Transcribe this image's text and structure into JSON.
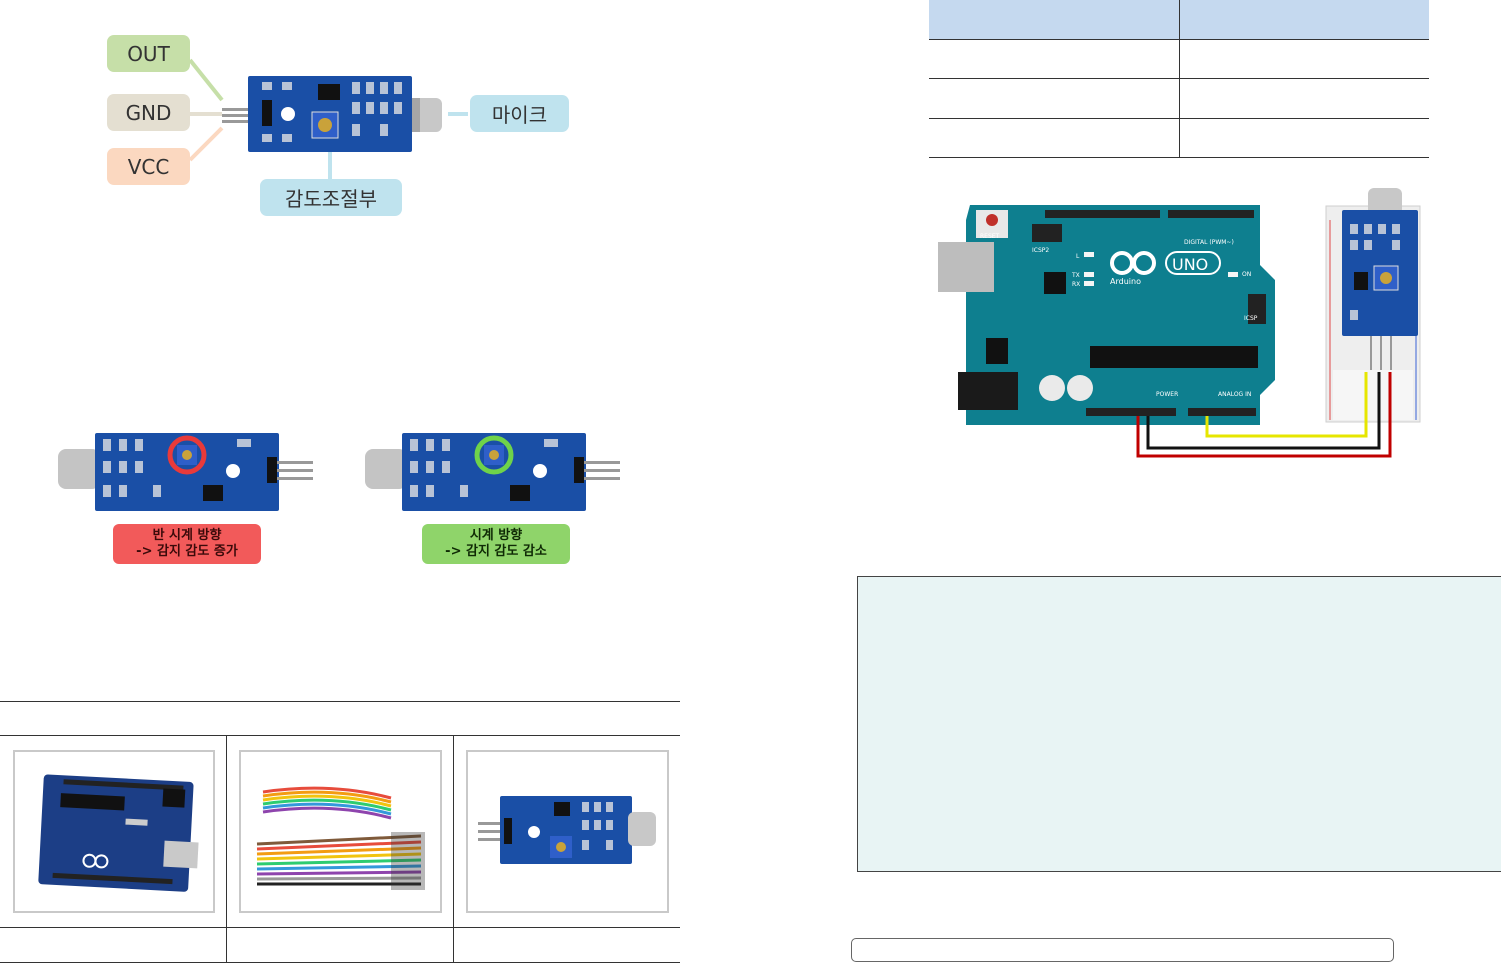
{
  "module_diagram": {
    "labels": {
      "out": "OUT",
      "gnd": "GND",
      "vcc": "VCC",
      "mic": "마이크",
      "sensitivity": "감도조절부"
    },
    "colors": {
      "out": "#c6dfa8",
      "gnd": "#e4dfd1",
      "vcc": "#fbd8c0",
      "mic": "#bfe3ee"
    }
  },
  "adjustment": {
    "ccw_line1": "반 시계 방향",
    "ccw_line2": "-> 감지 감도 증가",
    "cw_line1": "시계 방향",
    "cw_line2": "-> 감지 감도 감소"
  },
  "board": {
    "reset_label": "RESET",
    "brand": "UNO",
    "maker": "Arduino",
    "icsp2": "ICSP2",
    "icsp": "ICSP",
    "digital": "DIGITAL (PWM~)",
    "power": "POWER",
    "analog": "ANALOG IN",
    "on": "ON",
    "tx": "TX",
    "rx": "RX",
    "l": "L"
  },
  "wires": {
    "signal": "#e6e600",
    "ground": "#111111",
    "power": "#c00000"
  }
}
